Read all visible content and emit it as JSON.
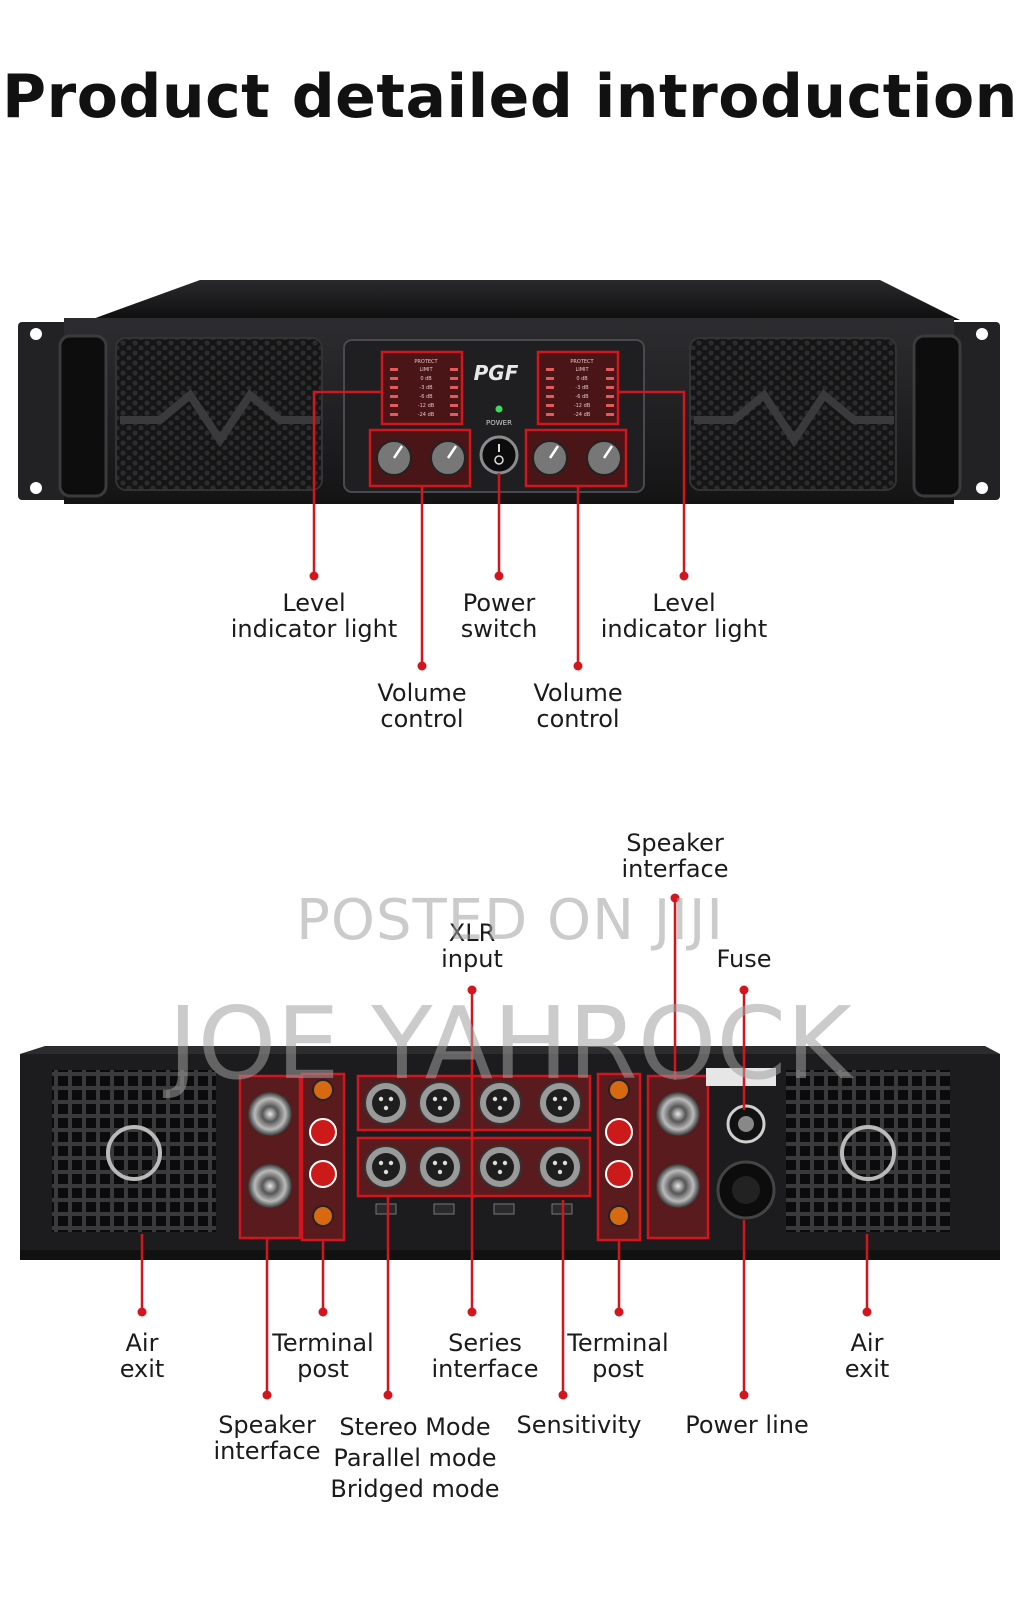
{
  "title": "Product detailed introduction",
  "front_panel": {
    "brand": "PGF",
    "power_label": "POWER",
    "meter_header": "PROTECT",
    "meter_steps": [
      "LIMIT",
      "0 dB",
      "-3 dB",
      "-6 dB",
      "-12 dB",
      "-24 dB"
    ],
    "labels": {
      "level_left_1": "Level",
      "level_left_2": "indicator light",
      "power_1": "Power",
      "power_2": "switch",
      "level_right_1": "Level",
      "level_right_2": "indicator light",
      "volume_left_1": "Volume",
      "volume_left_2": "control",
      "volume_right_1": "Volume",
      "volume_right_2": "control"
    }
  },
  "rear_panel": {
    "labels": {
      "speaker_top_1": "Speaker",
      "speaker_top_2": "interface",
      "xlr_1": "XLR",
      "xlr_2": "input",
      "fuse": "Fuse",
      "air_left_1": "Air",
      "air_left_2": "exit",
      "terminal_left_1": "Terminal",
      "terminal_left_2": "post",
      "series_1": "Series",
      "series_2": "interface",
      "terminal_right_1": "Terminal",
      "terminal_right_2": "post",
      "air_right_1": "Air",
      "air_right_2": "exit",
      "speaker_bottom_1": "Speaker",
      "speaker_bottom_2": "interface",
      "mode_1": "Stereo Mode",
      "mode_2": "Parallel mode",
      "mode_3": "Bridged mode",
      "sensitivity": "Sensitivity",
      "power_line": "Power line"
    }
  },
  "watermark": {
    "line1": "POSTED ON JIJI",
    "line2": "JOE YAHROCK"
  },
  "colors": {
    "accent": "#c8101a",
    "chassis": "#1b1b1d",
    "panel": "#2a2a2c"
  }
}
